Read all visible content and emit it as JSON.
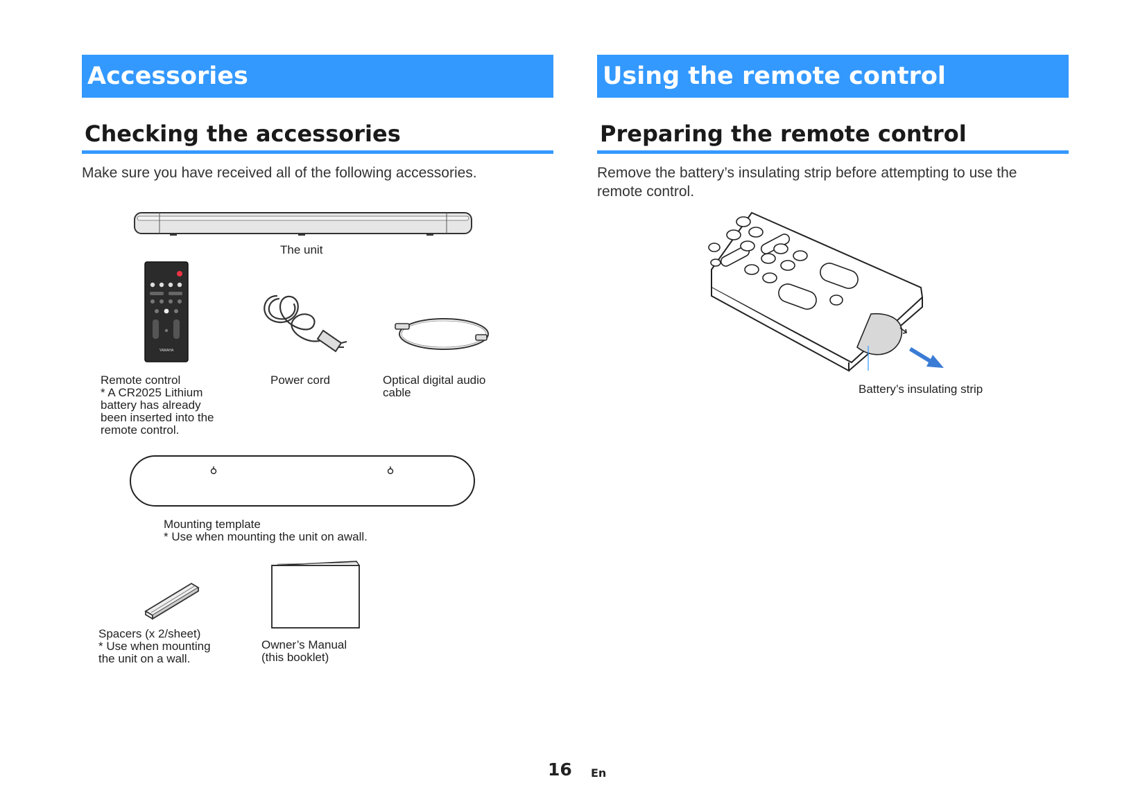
{
  "left": {
    "banner": "Accessories",
    "heading": "Checking the accessories",
    "intro": "Make sure you have received all of the following accessories.",
    "items": {
      "unit": "The unit",
      "remote": [
        "Remote control",
        "* A CR2025 Lithium",
        "battery has already",
        "been inserted into the",
        "remote control."
      ],
      "power_cord": "Power cord",
      "optical": [
        "Optical digital audio",
        "cable"
      ],
      "template": [
        "Mounting template",
        "* Use when mounting the unit on awall."
      ],
      "spacers": [
        "Spacers (x 2/sheet)",
        "* Use when mounting",
        "the unit on a wall."
      ],
      "manual": [
        "Owner’s Manual",
        "(this booklet)"
      ]
    },
    "remote_brand": "YAMAHA"
  },
  "right": {
    "banner": "Using the remote control",
    "heading": "Preparing the remote control",
    "intro": [
      "Remove the battery’s insulating strip before attempting to use the",
      "remote control."
    ],
    "strip_label": "Battery’s insulating strip"
  },
  "footer": {
    "page_number": "16",
    "language": "En"
  },
  "colors": {
    "accent": "#3399ff",
    "arrow": "#3a7bd5"
  }
}
